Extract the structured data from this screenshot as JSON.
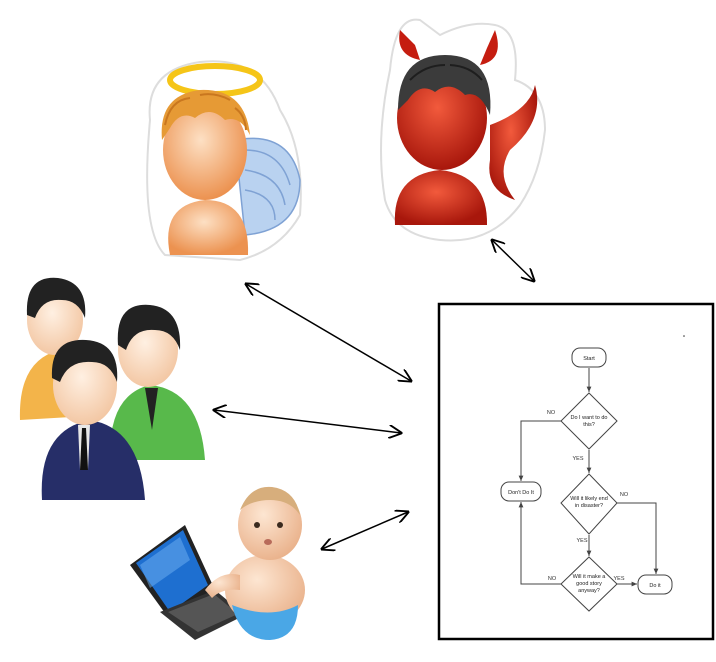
{
  "figures": {
    "angel": {
      "icon": "angel-icon",
      "skin": "#f4a868",
      "hair": "#e7a23a",
      "halo": "#ffd84a",
      "wings": "#a9c6ea"
    },
    "devil": {
      "icon": "devil-icon",
      "skin": "#d92b1b",
      "hair": "#333333"
    },
    "group": {
      "icon": "business-people-icon",
      "suit_left": "#f3b44a",
      "suit_right": "#58b94b",
      "suit_front": "#262e68"
    },
    "baby": {
      "icon": "baby-laptop-icon",
      "skin": "#f4c9a0",
      "diaper": "#4aa7e6",
      "laptop": "#1e6fd0"
    }
  },
  "flowchart": {
    "start": "Start",
    "q1_line1": "Do I want to do",
    "q1_line2": "this?",
    "q2_line1": "Will it likely end",
    "q2_line2": "in disaster?",
    "q3_line1": "Will it make a",
    "q3_line2": "good story",
    "q3_line3": "anyway?",
    "dont": "Don't Do It",
    "do": "Do it",
    "no1": "NO",
    "yes1": "YES",
    "no2": "NO",
    "yes2": "YES",
    "no3": "NO",
    "yes3": "YES"
  }
}
